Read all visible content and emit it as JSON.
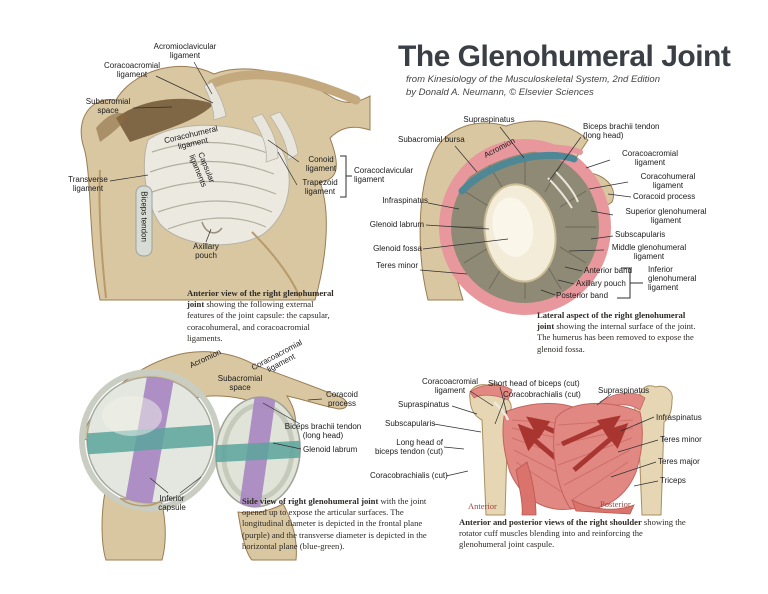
{
  "header": {
    "title": "The Glenohumeral Joint",
    "subtitle1": "from Kinesiology of the Musculoskeletal System, 2nd Edition",
    "subtitle2": "by Donald A. Neumann, © Elsevier Sciences"
  },
  "fig1": {
    "labels": {
      "acromioclavicular": "Acromioclavicular\nligament",
      "coracoacromial": "Coracoacromial\nligament",
      "subacromial_space": "Subacromial\nspace",
      "coracohumeral": "Coracohumeral\nligament",
      "capsular": "Capsular\nligaments",
      "transverse": "Transverse\nligament",
      "biceps_tendon": "Biceps tendon",
      "conoid": "Conoid\nligament",
      "trapezoid": "Trapezoid\nligament",
      "coracoclavicular": "Coracoclavicular\nligament",
      "axillary_pouch": "Axillary\npouch"
    }
  },
  "fig2": {
    "labels": {
      "supraspinatus": "Supraspinatus",
      "subacromial_bursa": "Subacromial bursa",
      "acromion": "Acromion",
      "biceps_brachii": "Biceps brachii tendon\n(long head)",
      "coracoacromial": "Coracoacromial\nligament",
      "coracohumeral": "Coracohumeral\nligament",
      "coracoid_process": "Coracoid process",
      "superior_gh": "Superior glenohumeral\nligament",
      "subscapularis": "Subscapularis",
      "middle_gh": "Middle glenohumeral\nligament",
      "anterior_band": "Anterior band",
      "axillary_pouch": "Axillary pouch",
      "posterior_band": "Posterior band",
      "inferior_gh": "Inferior\nglenohumeral\nligament",
      "infraspinatus": "Infraspinatus",
      "glenoid_labrum": "Glenoid labrum",
      "glenoid_fossa": "Glenoid fossa",
      "teres_minor": "Teres minor"
    }
  },
  "fig3": {
    "labels": {
      "acromion": "Acromion",
      "coracoacromial": "Coracoacromial\nligament",
      "subacromial_space": "Subacromial\nspace",
      "coracoid_process": "Coracoid\nprocess",
      "biceps_brachii": "Biceps brachii tendon\n(long head)",
      "glenoid_labrum": "Glenoid labrum",
      "inferior_capsule": "Inferior\ncapsule"
    }
  },
  "fig4": {
    "labels": {
      "coracoacromial": "Coracoacromial\nligament",
      "short_head": "Short head of biceps (cut)",
      "coracobrachialis_top": "Coracobrachialis (cut)",
      "supraspinatus_ant": "Supraspinatus",
      "subscapularis": "Subscapularis",
      "long_head": "Long head of\nbiceps tendon (cut)",
      "coracobrachialis_bottom": "Coracobrachialis (cut)",
      "supraspinatus_post": "Supraspinatus",
      "infraspinatus": "Infraspinatus",
      "teres_minor": "Teres minor",
      "teres_major": "Teres major",
      "triceps": "Triceps",
      "anterior": "Anterior",
      "posterior": "Posterior"
    }
  },
  "captions": {
    "cap1": {
      "bold": "Anterior view of the right glenohumeral joint",
      "rest": " showing the following external features of the joint capsule: the capsular, coracohumeral, and coracoacromial ligaments."
    },
    "cap2": {
      "bold": "Lateral aspect of the right glenohumeral joint",
      "rest": " showing the internal surface of the joint. The humerus has been removed to expose the glenoid fossa."
    },
    "cap3": {
      "bold": "Side view of right glenohumeral joint",
      "rest": " with the joint opened up to expose the articular surfaces. The longitudinal diameter is depicted in the frontal plane (purple) and the transverse diameter is depicted in the horizontal plane (blue-green)."
    },
    "cap4": {
      "bold": "Anterior and posterior views of the right shoulder",
      "rest": " showing the rotator cuff muscles blending into and reinforcing the glenohumeral joint caspule."
    }
  },
  "colors": {
    "bone": "#d9c7a2",
    "bone_edge": "#9a7c52",
    "capsule_white": "#ebe9e0",
    "muscle_red": "#e28883",
    "arrow_red": "#a93530",
    "labrum_pink": "#e8989c",
    "bursa_teal": "#4e8796",
    "band_purple": "#a888c2",
    "band_teal": "#5aa49c"
  }
}
